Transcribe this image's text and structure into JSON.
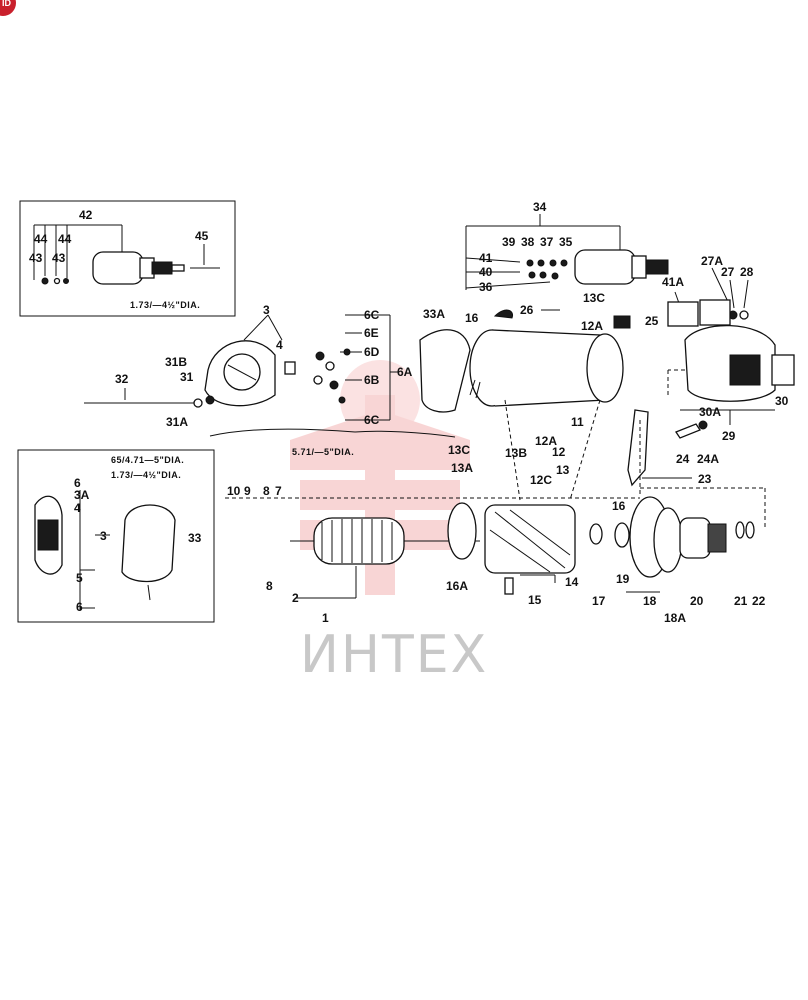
{
  "badge": "ID",
  "watermark": {
    "brand": "ИНТЕХ",
    "color": "#f3b3b3"
  },
  "boxes": {
    "top_left": {
      "note": "1.73/—4½\"DIA."
    },
    "bottom_left": {
      "note_line1": "65/4.71—5\"DIA.",
      "note_line2": "1.73/—4½\"DIA."
    }
  },
  "center_note": "5.71/—5\"DIA.",
  "labels": {
    "l42": "42",
    "l44a": "44",
    "l44b": "44",
    "l43a": "43",
    "l43b": "43",
    "l45": "45",
    "l34": "34",
    "l39": "39",
    "l38": "38",
    "l37": "37",
    "l35": "35",
    "l41": "41",
    "l40": "40",
    "l36": "36",
    "l27a": "27A",
    "l27": "27",
    "l28": "28",
    "l41a": "41A",
    "l3": "3",
    "l4": "4",
    "l6c_top": "6C",
    "l6e": "6E",
    "l6d": "6D",
    "l6b": "6B",
    "l6a": "6A",
    "l6c": "6C",
    "l33a": "33A",
    "l16top": "16",
    "l26": "26",
    "l13c_top": "13C",
    "l12a_top": "12A",
    "l25": "25",
    "l31b": "31B",
    "l31": "31",
    "l32": "32",
    "l31a": "31A",
    "l11": "11",
    "l12a": "12A",
    "l13c": "13C",
    "l13b": "13B",
    "l12": "12",
    "l13a": "13A",
    "l13": "13",
    "l12c": "12C",
    "l30a": "30A",
    "l30": "30",
    "l29": "29",
    "l24": "24",
    "l24a": "24A",
    "l23": "23",
    "l6_1": "6",
    "l3a": "3A",
    "l4b": "4",
    "l3b": "3",
    "l5": "5",
    "l6_2": "6",
    "l33": "33",
    "l10": "10",
    "l9": "9",
    "l8": "8",
    "l7": "7",
    "l8b": "8",
    "l2": "2",
    "l1": "1",
    "l16a": "16A",
    "l16": "16",
    "l14": "14",
    "l15": "15",
    "l17": "17",
    "l19": "19",
    "l18": "18",
    "l18a": "18A",
    "l20": "20",
    "l21": "21",
    "l22": "22"
  }
}
